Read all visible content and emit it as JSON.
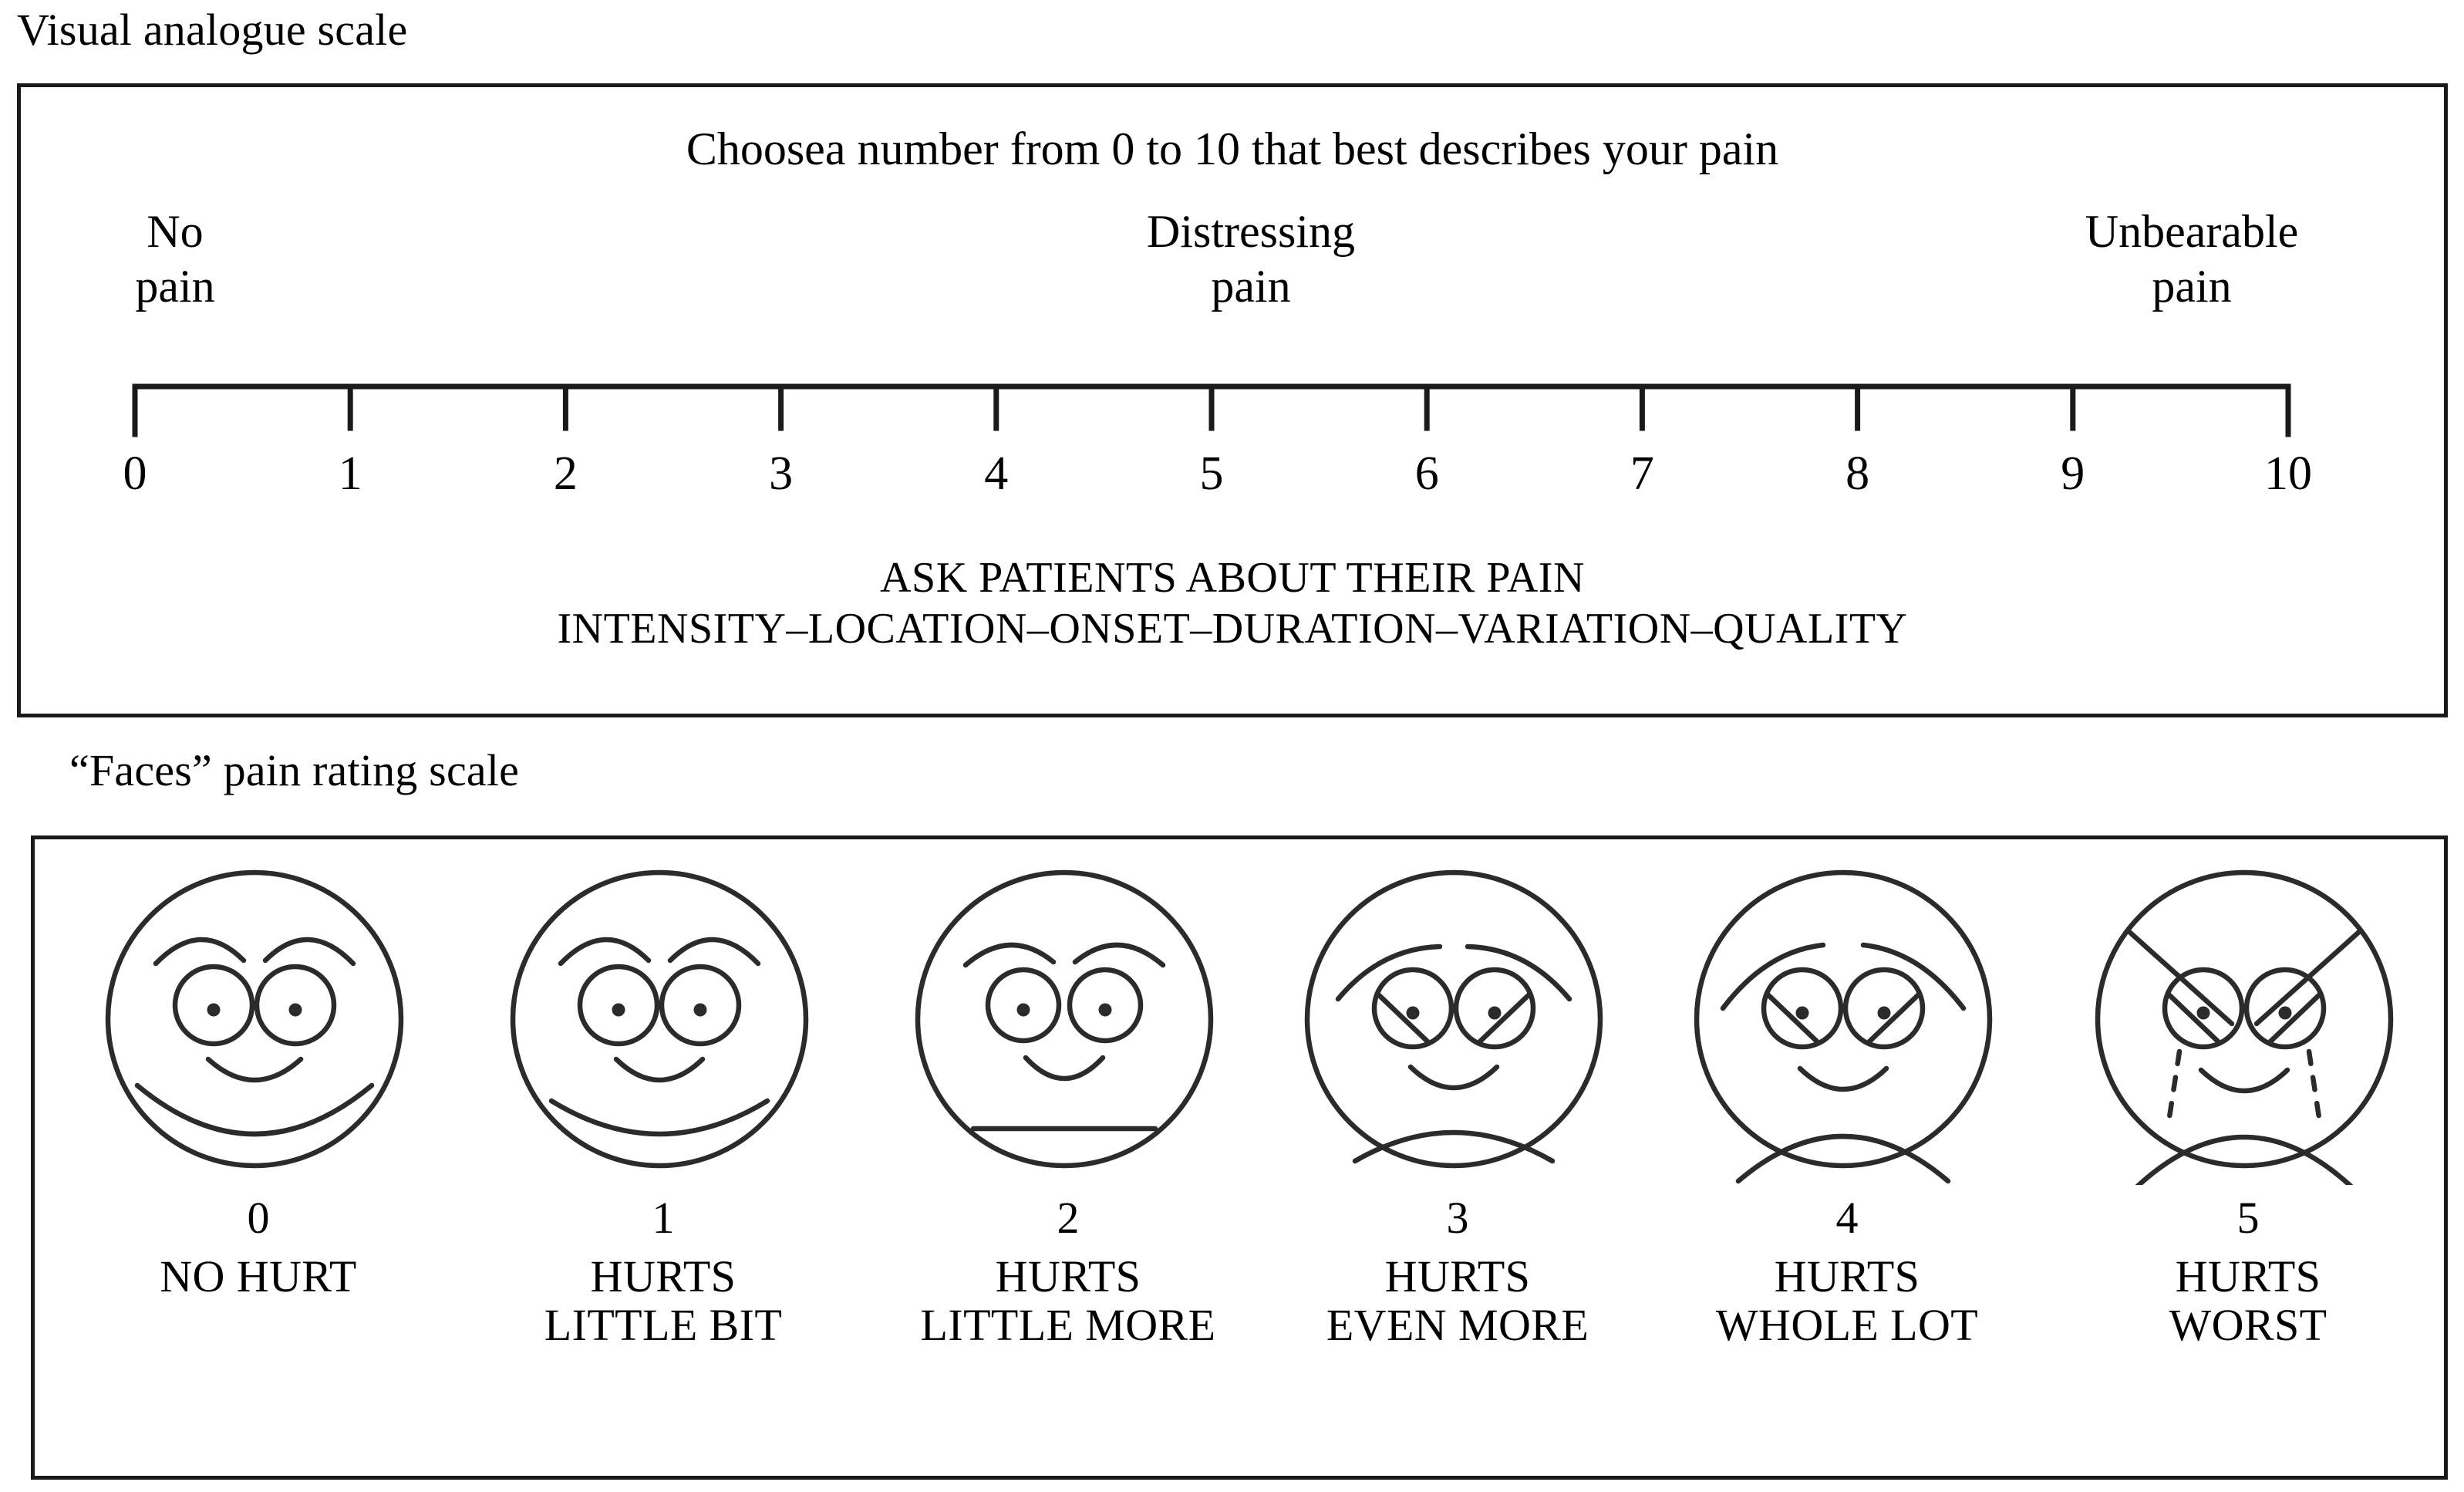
{
  "vas": {
    "heading": "Visual analogue scale",
    "instruction": "Choosea number from 0 to 10 that best describes your pain",
    "anchors": [
      {
        "name": "no-pain",
        "line1": "No",
        "line2": "pain"
      },
      {
        "name": "distressing",
        "line1": "Distressing",
        "line2": "pain"
      },
      {
        "name": "unbearable",
        "line1": "Unbearable",
        "line2": "pain"
      }
    ],
    "scale": {
      "min": 0,
      "max": 10,
      "ticks": [
        "0",
        "1",
        "2",
        "3",
        "4",
        "5",
        "6",
        "7",
        "8",
        "9",
        "10"
      ]
    },
    "footer_line1": "ASK PATIENTS ABOUT THEIR PAIN",
    "footer_line2": "INTENSITY–LOCATION–ONSET–DURATION–VARIATION–QUALITY"
  },
  "faces": {
    "heading": "“Faces” pain rating scale",
    "items": [
      {
        "number": "0",
        "label_line1": "NO HURT",
        "label_line2": "",
        "expression": "big-smile",
        "icon": "face-no-hurt-icon"
      },
      {
        "number": "1",
        "label_line1": "HURTS",
        "label_line2": "LITTLE BIT",
        "expression": "smile",
        "icon": "face-hurts-little-bit-icon"
      },
      {
        "number": "2",
        "label_line1": "HURTS",
        "label_line2": "LITTLE MORE",
        "expression": "neutral",
        "icon": "face-hurts-little-more-icon"
      },
      {
        "number": "3",
        "label_line1": "HURTS",
        "label_line2": "EVEN MORE",
        "expression": "slight-frown",
        "icon": "face-hurts-even-more-icon"
      },
      {
        "number": "4",
        "label_line1": "HURTS",
        "label_line2": "WHOLE LOT",
        "expression": "frown",
        "icon": "face-hurts-whole-lot-icon"
      },
      {
        "number": "5",
        "label_line1": "HURTS",
        "label_line2": "WORST",
        "expression": "crying-deep-frown",
        "icon": "face-hurts-worst-icon"
      }
    ]
  },
  "colors": {
    "ink": "#1a1a1a",
    "background": "#ffffff",
    "stroke": "#2b2b2b"
  },
  "chart_data": {
    "type": "table",
    "title": "Pain assessment scales",
    "charts": [
      {
        "name": "visual-analogue-scale",
        "type": "scale",
        "x": [
          0,
          1,
          2,
          3,
          4,
          5,
          6,
          7,
          8,
          9,
          10
        ],
        "tick_labels": [
          "0",
          "1",
          "2",
          "3",
          "4",
          "5",
          "6",
          "7",
          "8",
          "9",
          "10"
        ],
        "xlim": [
          0,
          10
        ],
        "annotations": [
          "No pain",
          "Distressing pain",
          "Unbearable pain"
        ],
        "annotation_positions": [
          0,
          5,
          10
        ]
      },
      {
        "name": "faces-pain-rating-scale",
        "type": "scale",
        "x": [
          0,
          1,
          2,
          3,
          4,
          5
        ],
        "tick_labels": [
          "0",
          "1",
          "2",
          "3",
          "4",
          "5"
        ],
        "xlim": [
          0,
          5
        ],
        "annotations": [
          "NO HURT",
          "HURTS LITTLE BIT",
          "HURTS LITTLE MORE",
          "HURTS EVEN MORE",
          "HURTS WHOLE LOT",
          "HURTS WORST"
        ]
      }
    ]
  }
}
